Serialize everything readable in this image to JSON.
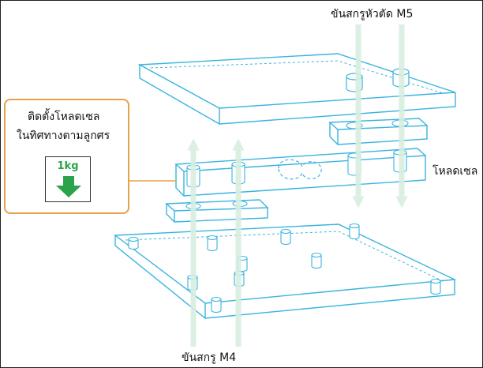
{
  "labels": {
    "top_screw": "ขันสกรูหัวตัด M5",
    "bottom_screw": "ขันสกรู M4",
    "load_cell": "โหลดเซล"
  },
  "callout": {
    "line1": "ติดตั้งโหลดเซล",
    "line2": "ในทิศทางตามลูกศร",
    "weight": "1kg"
  },
  "colors": {
    "outline": "#3ab4e0",
    "arrow": "#d8eee0",
    "callout_border": "#e6a24a",
    "weight_green": "#2aa34a"
  },
  "icons": {
    "down_arrow": "down-arrow-icon"
  }
}
